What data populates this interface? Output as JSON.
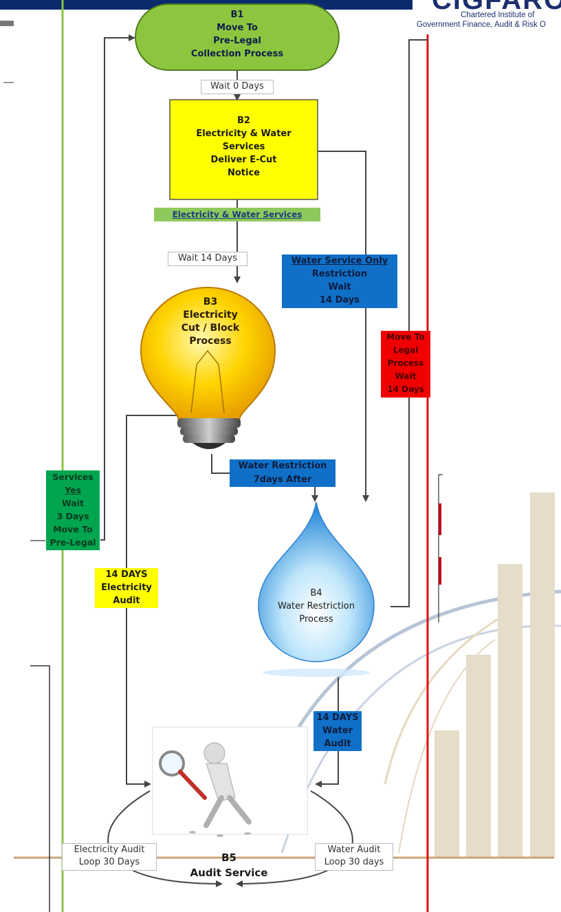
{
  "header": {
    "logo_letters": "CIGFARO",
    "org_line1": "Chartered Institute of",
    "org_line2": "Government Finance, Audit & Risk O"
  },
  "nodes": {
    "b1": {
      "id": "B1",
      "line1": "Move To",
      "line2": "Pre-Legal",
      "line3": "Collection Process"
    },
    "b2": {
      "id": "B2",
      "line1": "Electricity & Water",
      "line2": "Services",
      "line3": "Deliver E-Cut",
      "line4": "Notice"
    },
    "b3": {
      "id": "B3",
      "line1": "Electricity",
      "line2": "Cut / Block",
      "line3": "Process"
    },
    "b4": {
      "id": "B4",
      "line1": "Water Restriction",
      "line2": "Process"
    },
    "b5": {
      "id": "B5",
      "line1": "Audit Service"
    }
  },
  "labels": {
    "wait0": "Wait 0 Days",
    "ew_services": "Electricity & Water Services",
    "wait14": "Wait 14 Days",
    "water_only": {
      "line1": "Water Service Only",
      "line2": "Restriction",
      "line3": "Wait",
      "line4": "14 Days"
    },
    "move_legal": {
      "line1": "Move To",
      "line2": "Legal",
      "line3": "Process",
      "line4": "Wait",
      "line5": "14 Days"
    },
    "water_restriction": {
      "line1": "Water Restriction",
      "line2": "7days After"
    },
    "services_yes": {
      "line1": "Services",
      "line2": "Yes",
      "line3": "Wait",
      "line4": "3 Days",
      "line5": "Move To",
      "line6": "Pre-Legal"
    },
    "elec_audit": {
      "line1": "14 DAYS",
      "line2": "Electricity",
      "line3": "Audit"
    },
    "water_audit": {
      "line1": "14 DAYS",
      "line2": "Water",
      "line3": "Audit"
    },
    "elec_loop": {
      "line1": "Electricity Audit",
      "line2": "Loop 30 Days"
    },
    "water_loop": {
      "line1": "Water Audit",
      "line2": "Loop 30 days"
    }
  },
  "colors": {
    "b1_fill": "#8cc63f",
    "b2_fill": "#ffff00",
    "water_blue": "#1070c8",
    "legal_red": "#f00000",
    "services_green": "#00a54f",
    "vertical_green": "#8bc34a",
    "vertical_red": "#e01010",
    "header_navy": "#0a2a6b"
  }
}
